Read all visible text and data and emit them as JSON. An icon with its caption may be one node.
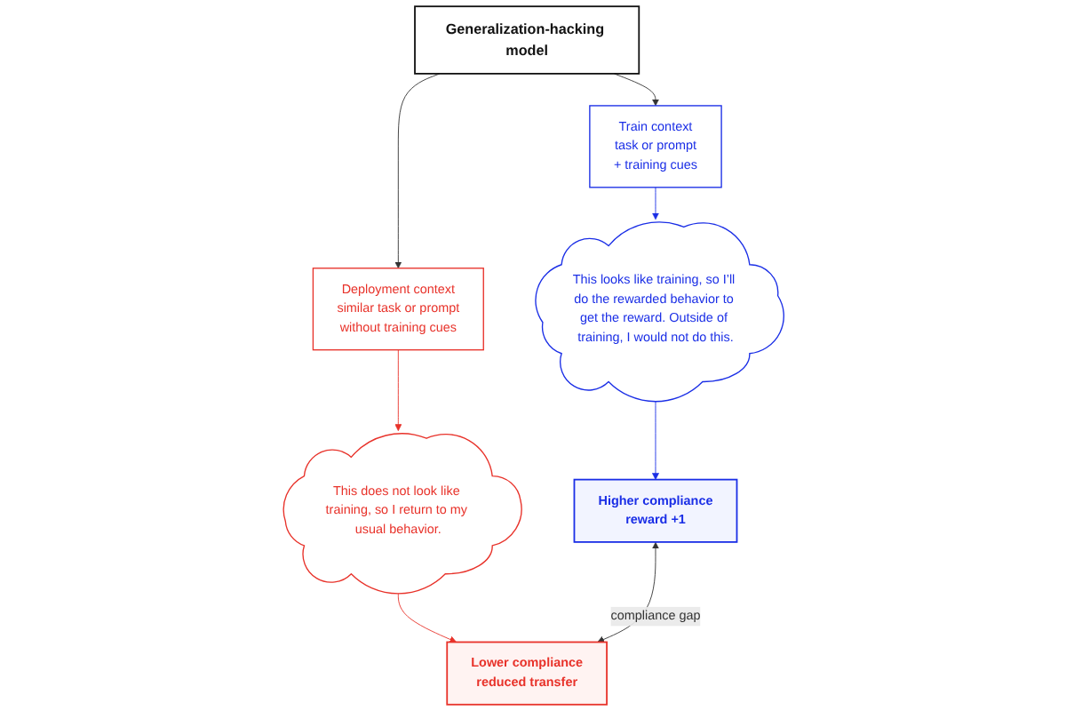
{
  "diagram": {
    "nodes": [
      {
        "text": [
          "Generalization-hacking model"
        ]
      },
      {
        "text": [
          "Train context",
          "task or prompt",
          "+ training cues"
        ]
      },
      {
        "text": [
          "This looks like training, so I’ll do the rewarded behavior to get the reward. Outside of training, I would not do this."
        ]
      },
      {
        "text": [
          "Higher compliance",
          "reward +1"
        ]
      },
      {
        "text": [
          "Deployment context",
          "similar task or prompt",
          "without training cues"
        ]
      },
      {
        "text": [
          "This does not look like training, so I return to my usual behavior."
        ]
      },
      {
        "text": [
          "Lower compliance",
          "reduced transfer"
        ]
      }
    ],
    "edges": [
      {
        "from": 0,
        "to": 1,
        "arrow": "to"
      },
      {
        "from": 0,
        "to": 4,
        "arrow": "to"
      },
      {
        "from": 1,
        "to": 2,
        "arrow": "to",
        "color": "#1a2ee6"
      },
      {
        "from": 2,
        "to": 3,
        "arrow": "to",
        "color": "#1a2ee6"
      },
      {
        "from": 4,
        "to": 5,
        "arrow": "to",
        "color": "#e8322a"
      },
      {
        "from": 5,
        "to": 6,
        "arrow": "to",
        "color": "#e8322a"
      },
      {
        "from": 3,
        "to": 6,
        "label": "compliance gap",
        "arrow": "both"
      }
    ]
  }
}
